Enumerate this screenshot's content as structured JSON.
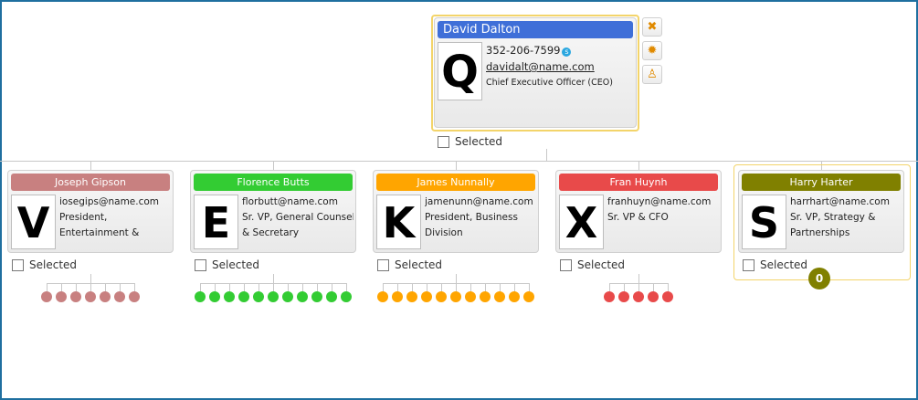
{
  "root": {
    "name": "David Dalton",
    "letter": "Q",
    "phone": "352-206-7599",
    "email": "davidalt@name.com",
    "title": "Chief Executive Officer (CEO)",
    "color": "#3f6fd8",
    "selected_label": "Selected",
    "actions": [
      "close-icon",
      "gear-icon",
      "user-icon"
    ]
  },
  "children": [
    {
      "name": "Joseph Gipson",
      "letter": "V",
      "email": "iosegips@name.com",
      "title_line1": "President,",
      "title_line2": "Entertainment &",
      "color": "#c88080",
      "selected_label": "Selected",
      "subordinates": 7
    },
    {
      "name": "Florence Butts",
      "letter": "E",
      "email": "florbutt@name.com",
      "title_line1": "Sr. VP, General Counsel",
      "title_line2": "& Secretary",
      "color": "#33cc33",
      "selected_label": "Selected",
      "subordinates": 11
    },
    {
      "name": "James Nunnally",
      "letter": "K",
      "email": "jamenunn@name.com",
      "title_line1": "President, Business",
      "title_line2": "Division",
      "color": "#ffa500",
      "selected_label": "Selected",
      "subordinates": 11
    },
    {
      "name": "Fran Huynh",
      "letter": "X",
      "email": "franhuyn@name.com",
      "title_line1": "Sr. VP & CFO",
      "title_line2": "",
      "color": "#e84a4a",
      "selected_label": "Selected",
      "subordinates": 5
    },
    {
      "name": "Harry Harter",
      "letter": "S",
      "email": "harrhart@name.com",
      "title_line1": "Sr. VP, Strategy &",
      "title_line2": "Partnerships",
      "color": "#808000",
      "selected_label": "Selected",
      "subordinates": 0,
      "badge": "0"
    }
  ]
}
